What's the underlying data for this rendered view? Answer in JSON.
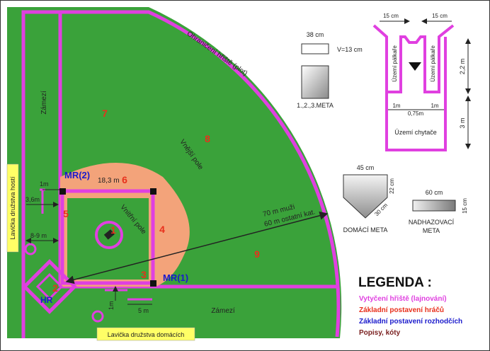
{
  "colors": {
    "field_green": "#3aa23a",
    "line_magenta": "#e040e0",
    "infield_salmon": "#f3a37a",
    "player_red": "#e8301c",
    "umpire_blue": "#1a1acc",
    "bench_yellow": "#ffff66"
  },
  "field": {
    "outer_fence": "Ohraničení hřiště (plot)",
    "outfield": "Vnější pole",
    "infield": "Vnitřní pole",
    "backstop_left": "Zámezí",
    "backstop_bottom": "Zámezí",
    "bench_visitors": "Lavička družstva hostí",
    "bench_home": "Lavička družstva domácích",
    "distance_line_1": "70 m muži",
    "distance_line_2": "60 m ostatní kat.",
    "base_distance": "18,3 m",
    "dim_1m_top": "1m",
    "dim_36m": "3,6m",
    "dim_89m": "8-9 m",
    "dim_1m_bottom": "1m",
    "dim_5m": "5 m"
  },
  "players": [
    "1",
    "2",
    "3",
    "4",
    "5",
    "6",
    "7",
    "8",
    "9"
  ],
  "umpires": {
    "mr1": "MR(1)",
    "mr2": "MR(2)",
    "hr": "HR"
  },
  "base_detail": {
    "width": "38 cm",
    "height": "V=13 cm",
    "label": "1.,2.,3.META"
  },
  "catcher_box": {
    "w_left": "15 cm",
    "w_right": "15 cm",
    "batter_left": "Území pálkaře",
    "batter_right": "Území pálkaře",
    "h_batter": "2,2 m",
    "dim_1m_left": "1m",
    "dim_075": "0,75m",
    "dim_1m_right": "1m",
    "catcher": "Území chytače",
    "h_catcher": "3 m"
  },
  "home_plate": {
    "width": "45 cm",
    "side": "22 cm",
    "diag": "30 cm",
    "label": "DOMÁCÍ META"
  },
  "pitcher_plate": {
    "width": "60 cm",
    "height": "15 cm",
    "label_1": "NADHAZOVACÍ",
    "label_2": "META"
  },
  "legend": {
    "title": "LEGENDA :",
    "items": [
      {
        "text": "Vytyčení hřiště (lajnování)",
        "color": "#e040e0"
      },
      {
        "text": "Základní postavení hráčů",
        "color": "#e8301c"
      },
      {
        "text": "Základní postavení rozhodčích",
        "color": "#1a1acc"
      },
      {
        "text": "Popisy, kóty",
        "color": "#7a2020"
      }
    ]
  }
}
